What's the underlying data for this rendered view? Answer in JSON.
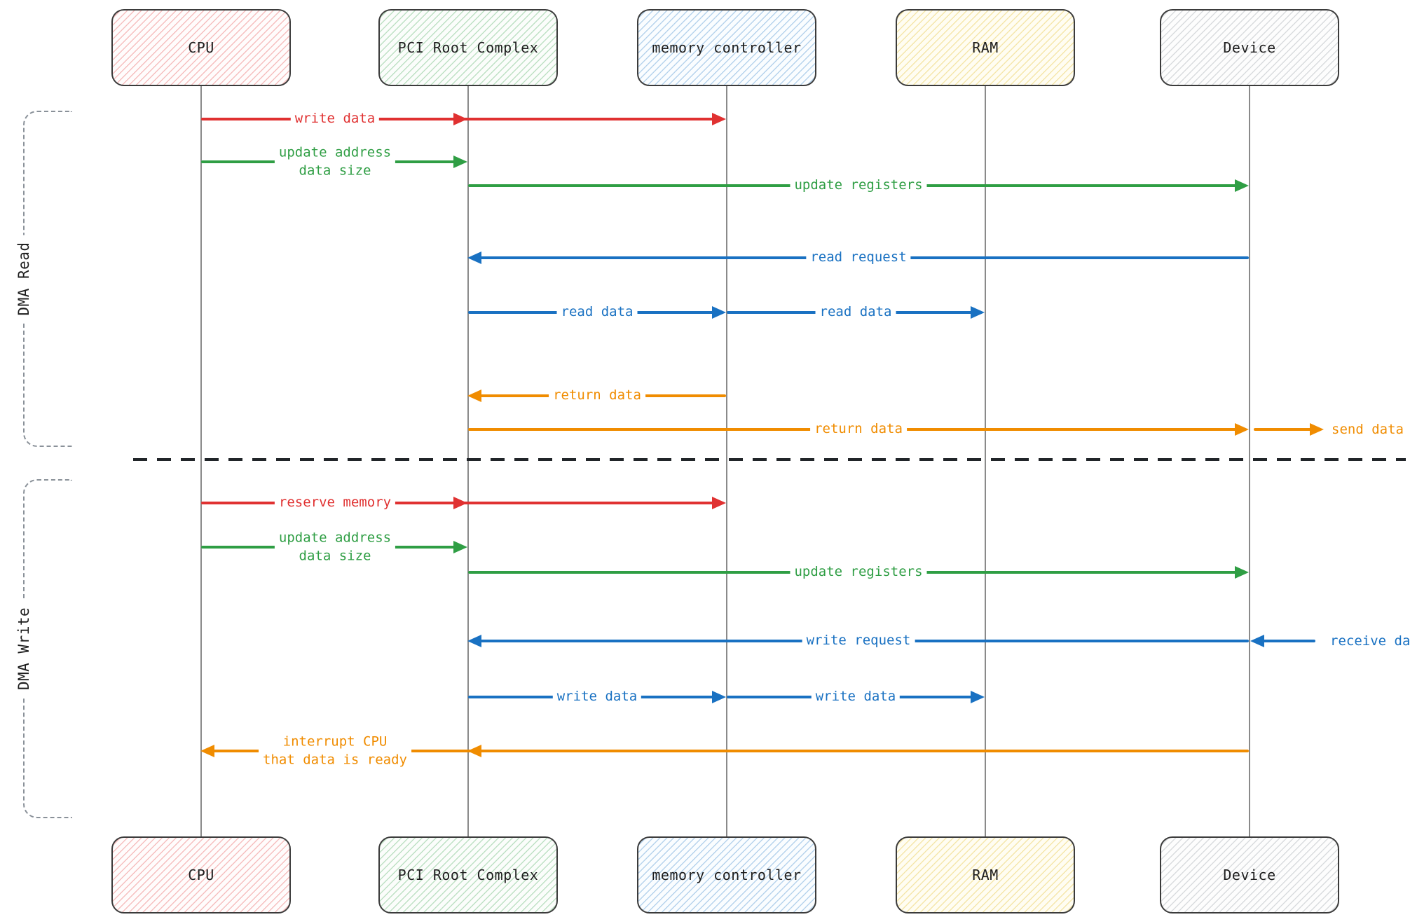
{
  "palette": {
    "red": "#e03131",
    "green": "#2f9e44",
    "blue": "#1971c2",
    "orange": "#f08c00",
    "lifeline_gray": "#8a8a8a",
    "box_border": "#3b3b3b",
    "bracket_gray": "#8a9199",
    "separator_black": "#212529",
    "text_dark": "#1e1e1e"
  },
  "actors": [
    {
      "id": "cpu",
      "label": "CPU",
      "tint": "red"
    },
    {
      "id": "pci-root-complex",
      "label": "PCI Root Complex",
      "tint": "green"
    },
    {
      "id": "memory-controller",
      "label": "memory controller",
      "tint": "blue"
    },
    {
      "id": "ram",
      "label": "RAM",
      "tint": "yellow"
    },
    {
      "id": "device",
      "label": "Device",
      "tint": "gray"
    }
  ],
  "sections": [
    {
      "label": "DMA Read"
    },
    {
      "label": "DMA Write"
    }
  ],
  "messages": {
    "read": [
      {
        "label": "write data",
        "from": "CPU",
        "to": "memory controller",
        "color": "red"
      },
      {
        "line1": "update address",
        "line2": "data size",
        "from": "CPU",
        "to": "PCI Root Complex",
        "color": "green"
      },
      {
        "label": "update registers",
        "from": "PCI Root Complex",
        "to": "Device",
        "color": "green"
      },
      {
        "label": "read request",
        "from": "Device",
        "to": "PCI Root Complex",
        "color": "blue"
      },
      {
        "label": "read data",
        "from": "PCI Root Complex",
        "to": "memory controller",
        "color": "blue"
      },
      {
        "label": "read data",
        "from": "memory controller",
        "to": "RAM",
        "color": "blue"
      },
      {
        "label": "return data",
        "from": "memory controller",
        "to": "PCI Root Complex",
        "color": "orange"
      },
      {
        "label": "return data",
        "from": "PCI Root Complex",
        "to": "Device",
        "color": "orange"
      },
      {
        "label": "send data",
        "from": "Device",
        "to": "outside",
        "color": "orange"
      }
    ],
    "write": [
      {
        "label": "reserve memory",
        "from": "CPU",
        "to": "memory controller",
        "color": "red"
      },
      {
        "line1": "update address",
        "line2": "data size",
        "from": "CPU",
        "to": "PCI Root Complex",
        "color": "green"
      },
      {
        "label": "update registers",
        "from": "PCI Root Complex",
        "to": "Device",
        "color": "green"
      },
      {
        "label": "receive data",
        "from": "outside",
        "to": "Device",
        "color": "blue"
      },
      {
        "label": "write request",
        "from": "Device",
        "to": "PCI Root Complex",
        "color": "blue"
      },
      {
        "label": "write data",
        "from": "PCI Root Complex",
        "to": "memory controller",
        "color": "blue"
      },
      {
        "label": "write data",
        "from": "memory controller",
        "to": "RAM",
        "color": "blue"
      },
      {
        "line1": "interrupt CPU",
        "line2": "that data is ready",
        "from": "Device",
        "to": "CPU",
        "color": "orange"
      }
    ]
  }
}
